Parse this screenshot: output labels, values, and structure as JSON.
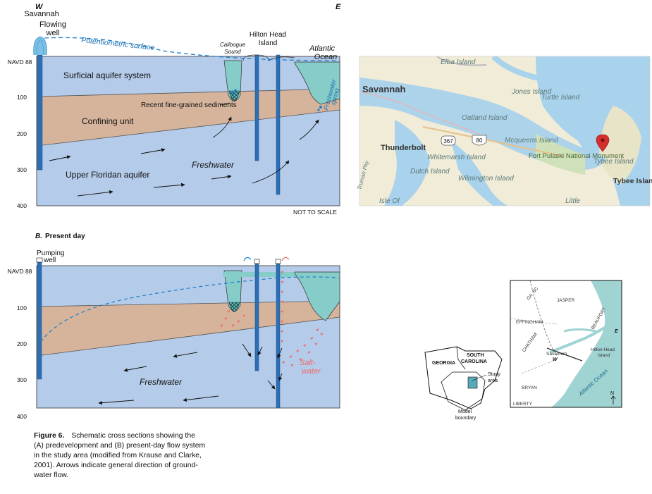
{
  "panel_a": {
    "dir_w": "W",
    "dir_e": "E",
    "flowing_well": [
      "Savannah",
      "Flowing",
      "well"
    ],
    "potentiometric": "Potentiometric surface",
    "calibogue": [
      "Calibogue",
      "Sound"
    ],
    "hilton_head": [
      "Hilton Head",
      "Island"
    ],
    "atlantic": [
      "Atlantic",
      "Ocean"
    ],
    "surficial": "Surficial aquifer system",
    "recent": "Recent fine-grained sediments",
    "confining": "Confining unit",
    "freshwater": "Freshwater",
    "upper_floridan": "Upper Floridan aquifer",
    "spring": [
      "Freshwater",
      "spring"
    ],
    "not_to_scale": "NOT TO SCALE",
    "y_ticks": [
      "NAVD 88",
      "100",
      "200",
      "300",
      "400"
    ]
  },
  "panel_b": {
    "letter": "B.",
    "title": "Present day",
    "pumping_well": [
      "Pumping",
      "well"
    ],
    "freshwater": "Freshwater",
    "saltwater": [
      "Salt-",
      "water"
    ],
    "y_ticks": [
      "NAVD 88",
      "100",
      "200",
      "300",
      "400"
    ]
  },
  "map": {
    "places": [
      "Elba Island",
      "Savannah",
      "Jones Island",
      "Turtle Island",
      "Oatland Island",
      "Thunderbolt",
      "Whitemarsh Island",
      "Mcqueens Island",
      "Fort Pulaski National Monument",
      "Tybee Island",
      "Dutch Island",
      "Wilmington Island",
      "Isle Of",
      "Little",
      "Truman Pky"
    ],
    "shields": [
      "367",
      "80"
    ]
  },
  "index_map": {
    "states": [
      "GEORGIA",
      "SOUTH CAROLINA"
    ],
    "study_area": [
      "Study",
      "area"
    ],
    "model_boundary": [
      "Model",
      "boundary"
    ]
  },
  "inset_map": {
    "counties": [
      "JASPER",
      "EFFINGHAM",
      "CHATHAM",
      "BEAUFORT",
      "BRYAN",
      "LIBERTY"
    ],
    "state_labels": [
      "SC",
      "GA"
    ],
    "savannah": "Savannah",
    "hilton": [
      "Hilton Head",
      "Island"
    ],
    "ocean": "Atlantic Ocean",
    "w": "W",
    "e": "E",
    "north": "N"
  },
  "caption": {
    "label": "Figure 6.",
    "text": "Schematic cross sections showing the (A) predevelopment and (B) present-day flow system in the study area (modified from Krause and Clarke, 2001). Arrows indicate general direction of ground-water flow."
  },
  "colors": {
    "aquifer_blue": "#b4cbe9",
    "clay_tan": "#d6b49c",
    "sea_teal": "#86ccc9",
    "water_line": "#1a7fc9",
    "salt_red": "#ef6a6a"
  }
}
